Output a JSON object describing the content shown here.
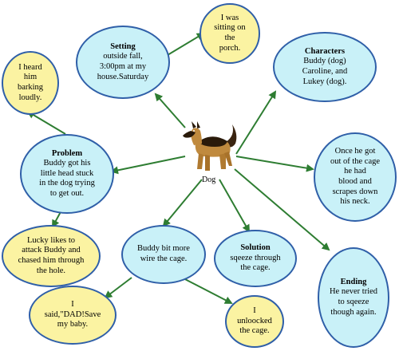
{
  "center": {
    "label": "Dog",
    "image": "german-shepherd-dog-icon"
  },
  "nodes": {
    "setting": {
      "title": "Setting",
      "body": "outside fall,\n3:00pm at my\nhouse.Saturday"
    },
    "porch": {
      "body": "I was\nsitting on\nthe\nporch."
    },
    "characters": {
      "title": "Characters",
      "body": "Buddy (dog)\nCaroline, and\nLukey (dog)."
    },
    "barking": {
      "body": "I heard\nhim\nbarking\nloudly."
    },
    "problem": {
      "title": "Problem",
      "body": "Buddy got his\nlittle head stuck\nin the dog trying\nto get out."
    },
    "blood": {
      "body": "Once he got\nout of the cage\nhe had\nblood and\nscrapes down\nhis neck."
    },
    "lucky": {
      "body": "Lucky likes to\nattack Buddy and\nchased him through\nthe hole."
    },
    "bit": {
      "body": "Buddy bit more\nwire  the cage."
    },
    "solution": {
      "title": "Solution",
      "body": "sqeeze through\nthe cage."
    },
    "ending": {
      "title": "Ending",
      "body": "He never tried\nto sqeeze\nthough again."
    },
    "dad": {
      "body": "I\nsaid,\"DAD!Save\nmy baby."
    },
    "unlocked": {
      "body": "I\nunloocked\nthe cage."
    }
  },
  "colors": {
    "blue_fill": "#c9f1f8",
    "yellow_fill": "#fbf3a2",
    "outline": "#2f5fa8",
    "arrow": "#2e7d32"
  }
}
